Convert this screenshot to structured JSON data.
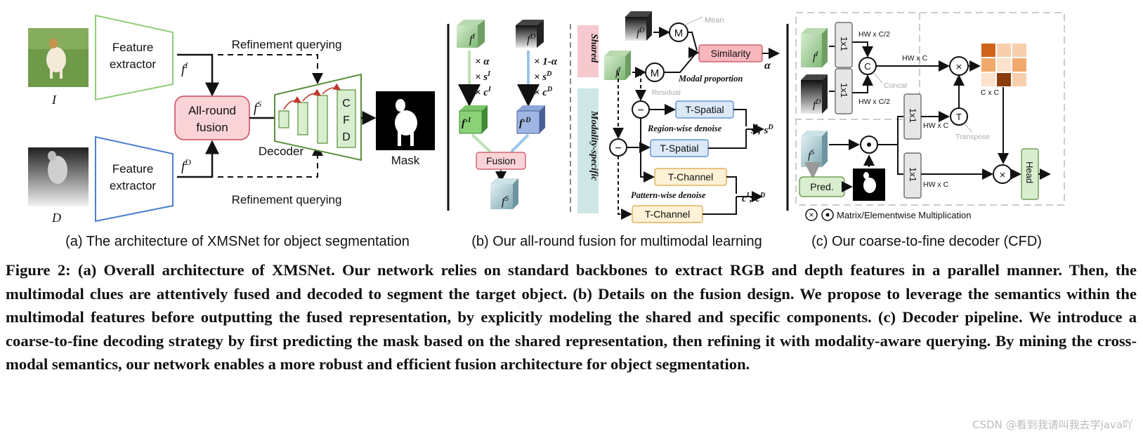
{
  "panel_a": {
    "input_rgb_label": "I",
    "input_depth_label": "D",
    "extractor_top": [
      "Feature",
      "extractor"
    ],
    "extractor_bottom": [
      "Feature",
      "extractor"
    ],
    "feat_rgb": "f",
    "feat_rgb_sup": "I",
    "feat_depth": "f",
    "feat_depth_sup": "D",
    "feat_shared": "f",
    "feat_shared_sup": "S",
    "fusion_label": [
      "All-round",
      "fusion"
    ],
    "refine_top": "Refinement querying",
    "refine_bottom": "Refinement querying",
    "decoder_label": "Decoder",
    "cfd_letters": [
      "C",
      "F",
      "D"
    ],
    "mask_label": "Mask",
    "subcaption": "(a) The architecture of XMSNet for object segmentation"
  },
  "panel_b": {
    "feat_i": "f",
    "feat_i_sup": "I",
    "feat_d": "f",
    "feat_d_sup": "D",
    "mult_left": [
      "× α",
      "× s",
      "× c"
    ],
    "mult_left_sups": [
      "",
      "I",
      "I"
    ],
    "mult_right": [
      "× 1-α",
      "× s",
      "× c"
    ],
    "mult_right_sups": [
      "",
      "D",
      "D"
    ],
    "fprime_i": "f′",
    "fprime_i_sup": "I",
    "fprime_d": "f′",
    "fprime_d_sup": "D",
    "fusion_box": "Fusion",
    "fused_feat": "f",
    "fused_feat_sup": "S",
    "shared_tag": "Shared",
    "specific_tag": "Modality-specific",
    "mean_label": "Mean",
    "m_symbol": "M",
    "similarity_box": "Similarity",
    "modal_proportion": "Modal proportion",
    "alpha": "α",
    "residual_label": "Residual",
    "minus_symbol": "−",
    "t_spatial_1": "T-Spatial",
    "t_spatial_2": "T-Spatial",
    "region_denoise": "Region-wise denoise",
    "s_out": "s",
    "s_out_sups": [
      "I",
      "D"
    ],
    "t_channel_1": "T-Channel",
    "t_channel_2": "T-Channel",
    "pattern_denoise": "Pattern-wise denoise",
    "c_out": "c",
    "c_out_sups": [
      "I",
      "D"
    ],
    "subcaption": "(b) Our all-round fusion for multimodal learning"
  },
  "panel_c": {
    "conv_1x1": "1x1",
    "hw_c_half_1": "HW x C/2",
    "hw_c_half_2": "HW x C/2",
    "concat_symbol": "C",
    "concat_label": "Concat",
    "hw_c_top": "HW x C",
    "cxc_label": "C x C",
    "transpose_symbol": "T",
    "transpose_label": "Transpose",
    "hw_c_mid": "HW x C",
    "hw_c_low": "HW x C",
    "pred_box": "Pred.",
    "head_box": "Head",
    "legend_text": "Matrix/Elementwise Multiplication",
    "feat_i": "f",
    "feat_i_sup": "I",
    "feat_d": "f",
    "feat_d_sup": "D",
    "feat_s": "f",
    "feat_s_sup": "S",
    "subcaption": "(c) Our coarse-to-fine decoder (CFD)"
  },
  "caption": "Figure 2: (a) Overall architecture of XMSNet. Our network relies on standard backbones to extract RGB and depth features in a parallel manner. Then, the multimodal clues are attentively fused and decoded to segment the target object. (b) Details on the fusion design. We propose to leverage the semantics within the multimodal features before outputting the fused representation, by explicitly modeling the shared and specific components. (c) Decoder pipeline. We introduce a coarse-to-fine decoding strategy by first predicting the mask based on the shared representation, then refining it with modality-aware querying. By mining the cross-modal semantics, our network enables a more robust and efficient fusion architecture for object segmentation.",
  "watermark": "CSDN @看到我请叫我去学java吖",
  "colors": {
    "extractor_top_stroke": "#8fcf7a",
    "extractor_bottom_stroke": "#4a7fd0",
    "fusion_fill": "#f9d3d6",
    "decoder_stroke": "#5a8f3c",
    "decoder_block": "#d8eecf",
    "similarity_fill": "#f7b7bd",
    "tblock_fill": "#dbe9f7",
    "tchannel_fill": "#fdf1d6",
    "shared_tag_fill": "#f6c9ce",
    "specific_tag_fill": "#cfe6e6",
    "heat_orange": "#e8802c"
  }
}
